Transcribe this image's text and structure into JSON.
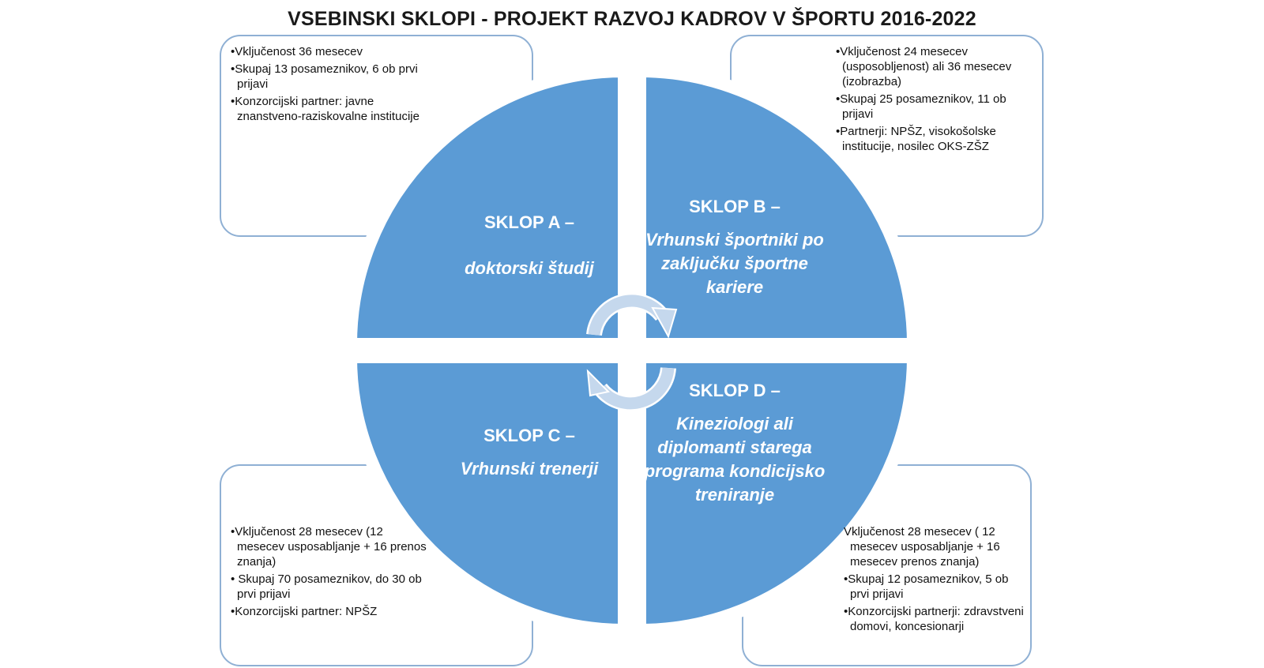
{
  "title": "VSEBINSKI SKLOPI - PROJEKT RAZVOJ KADROV V ŠPORTU 2016-2022",
  "colors": {
    "quadrant": "#5b9bd5",
    "box_border": "#8fb0d4",
    "arrow": "#c5d8ed"
  },
  "sklopi": {
    "a": {
      "heading": "SKLOP A –",
      "subtitle": "doktorski študij",
      "bullets": [
        "•Vključenost 36 mesecev",
        "•Skupaj 13 posameznikov, 6 ob prvi prijavi",
        "•Konzorcijski partner: javne znanstveno-raziskovalne institucije"
      ]
    },
    "b": {
      "heading": "SKLOP B –",
      "subtitle": "Vrhunski športniki po zaključku športne kariere",
      "bullets": [
        "•Vključenost 24 mesecev (usposobljenost) ali 36 mesecev (izobrazba)",
        "•Skupaj 25 posameznikov, 11 ob prijavi",
        "•Partnerji: NPŠZ, visokošolske institucije, nosilec OKS-ZŠZ"
      ]
    },
    "c": {
      "heading": "SKLOP C –",
      "subtitle": "Vrhunski trenerji",
      "bullets": [
        "•Vključenost 28 mesecev (12 mesecev usposabljanje + 16 prenos znanja)",
        "• Skupaj 70 posameznikov, do 30 ob prvi prijavi",
        "•Konzorcijski partner: NPŠZ"
      ]
    },
    "d": {
      "heading": "SKLOP D –",
      "subtitle": "Kineziologi ali diplomanti starega programa kondicijsko treniranje",
      "bullets": [
        "Vključenost 28 mesecev ( 12 mesecev usposabljanje + 16 mesecev prenos znanja)",
        "•Skupaj 12 posameznikov, 5 ob prvi prijavi",
        "•Konzorcijski partnerji: zdravstveni domovi, koncesionarji"
      ]
    }
  }
}
